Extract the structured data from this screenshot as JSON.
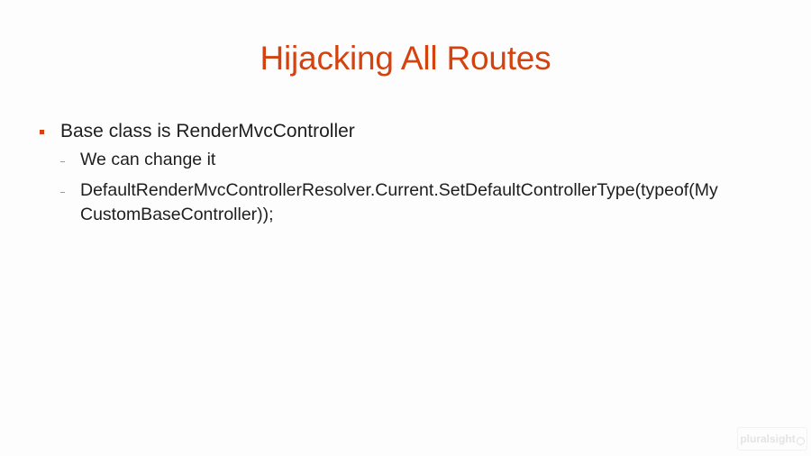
{
  "slide": {
    "title": "Hijacking All Routes",
    "accent_color": "#d4430f",
    "bullets": [
      {
        "text": "Base class is RenderMvcController",
        "sub": [
          "We can change it",
          "DefaultRenderMvcControllerResolver.Current.SetDefaultControllerType(typeof(My CustomBaseController));"
        ]
      }
    ]
  },
  "watermark": {
    "logo_text": "pluralsight",
    "logo_icon": "play-icon"
  }
}
